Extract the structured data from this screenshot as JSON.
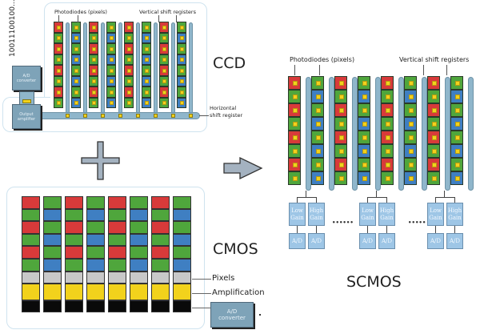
{
  "colors": {
    "red": "#d83a3a",
    "green": "#4fa63c",
    "blue": "#3f7fc2",
    "yellow": "#f2d21c",
    "gray": "#c8c8c8",
    "black": "#0a0a0a",
    "register": "#8fb6cb",
    "block": "#7ea3b8",
    "gain_box": "#9ec6e6"
  },
  "ccd": {
    "title": "CCD",
    "binary_output": "10011100100...",
    "photodiodes_label": "Photodiodes (pixels)",
    "vertical_registers_label": "Vertical shift registers",
    "horizontal_register_label_line1": "Horizontal",
    "horizontal_register_label_line2": "shift register",
    "ad_converter_line1": "A/D",
    "ad_converter_line2": "converter",
    "output_amp_line1": "Output",
    "output_amp_line2": "amplifier",
    "columns": [
      [
        "R",
        "G",
        "R",
        "G",
        "R",
        "G",
        "R",
        "G"
      ],
      [
        "G",
        "B",
        "G",
        "B",
        "G",
        "B",
        "G",
        "B"
      ],
      [
        "R",
        "G",
        "R",
        "G",
        "R",
        "G",
        "R",
        "G"
      ],
      [
        "G",
        "B",
        "G",
        "B",
        "G",
        "B",
        "G",
        "B"
      ],
      [
        "R",
        "G",
        "R",
        "G",
        "R",
        "G",
        "R",
        "G"
      ],
      [
        "G",
        "B",
        "G",
        "B",
        "G",
        "B",
        "G",
        "B"
      ],
      [
        "R",
        "G",
        "R",
        "G",
        "R",
        "G",
        "R",
        "G"
      ],
      [
        "G",
        "B",
        "G",
        "B",
        "G",
        "B",
        "G",
        "B"
      ]
    ]
  },
  "plus_symbol": "plus",
  "arrow_symbol": "right-arrow",
  "cmos": {
    "title": "CMOS",
    "pixels_label": "Pixels",
    "amplification_label": "Amplification",
    "ad_converter_line1": "A/D",
    "ad_converter_line2": "converter",
    "columns": [
      [
        "R",
        "G",
        "R",
        "G",
        "R",
        "G"
      ],
      [
        "G",
        "B",
        "G",
        "B",
        "G",
        "B"
      ],
      [
        "R",
        "G",
        "R",
        "G",
        "R",
        "G"
      ],
      [
        "G",
        "B",
        "G",
        "B",
        "G",
        "B"
      ],
      [
        "R",
        "G",
        "R",
        "G",
        "R",
        "G"
      ],
      [
        "G",
        "B",
        "G",
        "B",
        "G",
        "B"
      ],
      [
        "R",
        "G",
        "R",
        "G",
        "R",
        "G"
      ],
      [
        "G",
        "B",
        "G",
        "B",
        "G",
        "B"
      ]
    ],
    "extra_rows": [
      "gray",
      "yellow",
      "black"
    ]
  },
  "scmos": {
    "title": "SCMOS",
    "photodiodes_label": "Photodiodes (pixels)",
    "vertical_registers_label": "Vertical shift registers",
    "columns": [
      [
        "R",
        "G",
        "R",
        "G",
        "R",
        "G",
        "R",
        "G"
      ],
      [
        "G",
        "B",
        "G",
        "B",
        "G",
        "B",
        "G",
        "B"
      ],
      [
        "R",
        "G",
        "R",
        "G",
        "R",
        "G",
        "R",
        "G"
      ],
      [
        "G",
        "B",
        "G",
        "B",
        "G",
        "B",
        "G",
        "B"
      ],
      [
        "R",
        "G",
        "R",
        "G",
        "R",
        "G",
        "R",
        "G"
      ],
      [
        "G",
        "B",
        "G",
        "B",
        "G",
        "B",
        "G",
        "B"
      ],
      [
        "R",
        "G",
        "R",
        "G",
        "R",
        "G",
        "R",
        "G"
      ],
      [
        "G",
        "B",
        "G",
        "B",
        "G",
        "B",
        "G",
        "B"
      ]
    ],
    "readout_groups": [
      {
        "low_gain_line1": "Low",
        "low_gain_line2": "Gain",
        "high_gain_line1": "High",
        "high_gain_line2": "Gain",
        "ad1": "A/D",
        "ad2": "A/D"
      },
      {
        "low_gain_line1": "Low",
        "low_gain_line2": "Gain",
        "high_gain_line1": "High",
        "high_gain_line2": "Gain",
        "ad1": "A/D",
        "ad2": "A/D"
      },
      {
        "low_gain_line1": "Low",
        "low_gain_line2": "Gain",
        "high_gain_line1": "High",
        "high_gain_line2": "Gain",
        "ad1": "A/D",
        "ad2": "A/D"
      }
    ],
    "ellipsis_1": "••••••",
    "ellipsis_2": "•••••"
  }
}
